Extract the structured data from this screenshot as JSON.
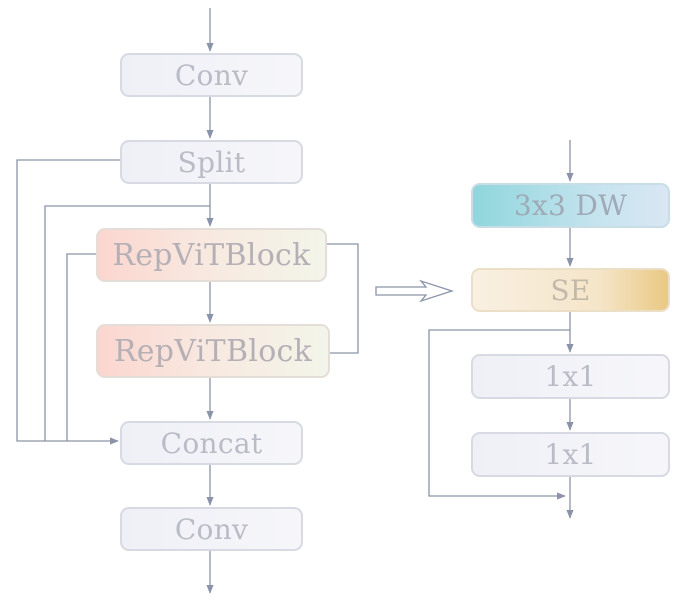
{
  "left_stack": {
    "conv_top": "Conv",
    "split": "Split",
    "block1": "RepViTBlock",
    "block2": "RepViTBlock",
    "concat": "Concat",
    "conv_bottom": "Conv"
  },
  "right_stack": {
    "dw": "3x3 DW",
    "se": "SE",
    "pw1": "1x1",
    "pw2": "1x1"
  },
  "colors": {
    "line": "#8a93a8",
    "box_border": "#d7d9e3",
    "text": "#b9bcc6"
  }
}
